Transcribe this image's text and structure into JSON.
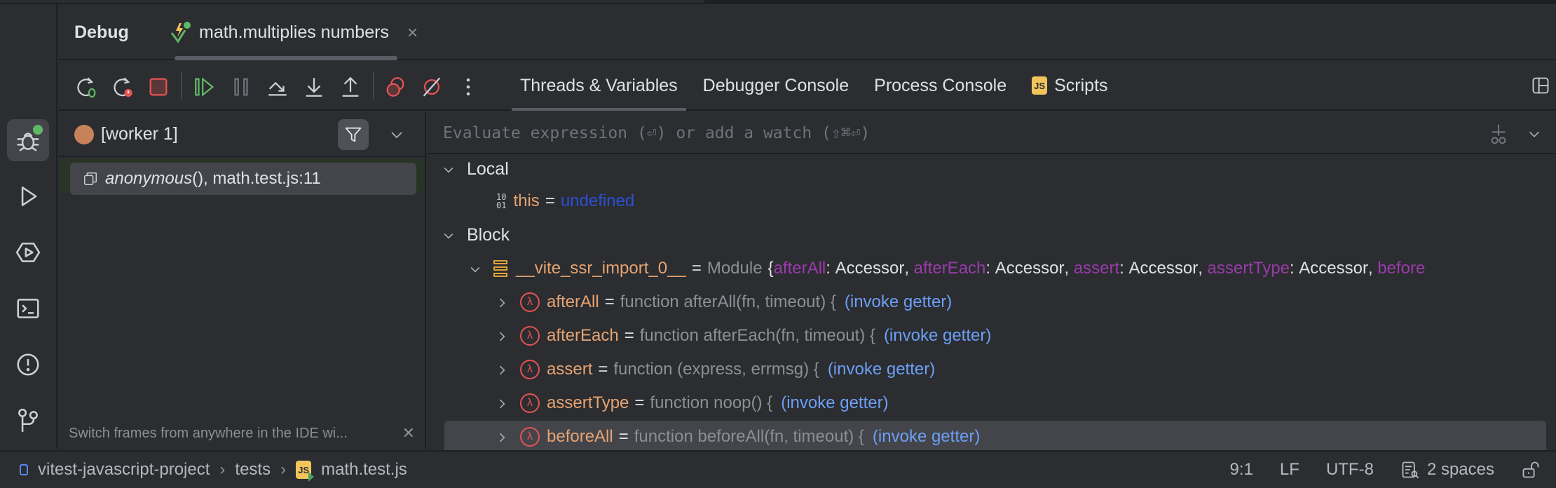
{
  "toolstrip": {
    "items": [
      {
        "name": "debug",
        "active": true,
        "indicator_color": "#5fb865"
      },
      {
        "name": "run"
      },
      {
        "name": "services"
      },
      {
        "name": "terminal"
      },
      {
        "name": "problems"
      },
      {
        "name": "git"
      }
    ]
  },
  "debug_header": {
    "title": "Debug",
    "run_tab": {
      "label": "math.multiplies numbers",
      "close": "×"
    }
  },
  "toolbar": {
    "actions": [
      "rerun-debug",
      "rerun-failed",
      "stop",
      "resume",
      "pause",
      "step-over",
      "step-into",
      "step-out",
      "view-breakpoints",
      "mute-breakpoints",
      "more"
    ],
    "tabs": [
      {
        "label": "Threads & Variables",
        "active": true
      },
      {
        "label": "Debugger Console"
      },
      {
        "label": "Process Console"
      },
      {
        "label": "Scripts",
        "badge": "JS"
      }
    ]
  },
  "frames": {
    "thread": {
      "label": "[worker 1]",
      "color": "#c7825a"
    },
    "items": [
      {
        "function": "anonymous",
        "suffix": "(), math.test.js:11"
      }
    ],
    "hint": "Switch frames from anywhere in the IDE wi...",
    "hint_close": "✕"
  },
  "variables": {
    "eval_placeholder": "Evaluate expression (⏎) or add a watch (⇧⌘⏎)",
    "local_label": "Local",
    "local_vars": [
      {
        "name": "this",
        "value": "undefined",
        "icon": "10\n01"
      }
    ],
    "block_label": "Block",
    "module": {
      "name": "__vite_ssr_import_0__",
      "type": "Module",
      "preview": [
        {
          "key": "afterAll",
          "val": "Accessor"
        },
        {
          "key": "afterEach",
          "val": "Accessor"
        },
        {
          "key": "assert",
          "val": "Accessor"
        },
        {
          "key": "assertType",
          "val": "Accessor"
        },
        {
          "key": "before",
          "val": ""
        }
      ]
    },
    "members": [
      {
        "name": "afterAll",
        "value": "function afterAll(fn, timeout) {",
        "getter": "(invoke getter)"
      },
      {
        "name": "afterEach",
        "value": "function afterEach(fn, timeout) {",
        "getter": "(invoke getter)"
      },
      {
        "name": "assert",
        "value": "function (express, errmsg) {",
        "getter": "(invoke getter)"
      },
      {
        "name": "assertType",
        "value": "function noop() {",
        "getter": "(invoke getter)"
      },
      {
        "name": "beforeAll",
        "value": "function beforeAll(fn, timeout) {",
        "getter": "(invoke getter)",
        "selected": true
      }
    ]
  },
  "statusbar": {
    "breadcrumbs": [
      "vitest-javascript-project",
      "tests",
      "math.test.js"
    ],
    "position": "9:1",
    "line_ending": "LF",
    "encoding": "UTF-8",
    "indent": "2 spaces"
  }
}
